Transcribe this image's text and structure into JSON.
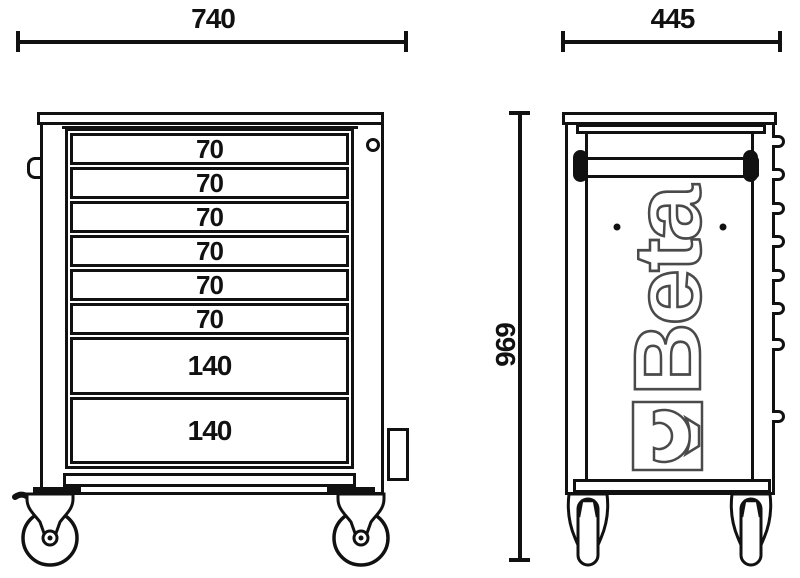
{
  "dimensions": {
    "front_width": "740",
    "side_depth": "445",
    "height": "969"
  },
  "front": {
    "drawers": [
      "70",
      "70",
      "70",
      "70",
      "70",
      "70",
      "140",
      "140"
    ]
  },
  "side": {
    "brand": "Beta",
    "logo_symbol": "open-end-wrench-icon"
  },
  "colors": {
    "line": "#111111",
    "logo_outline": "#4a4a4a",
    "background": "#ffffff"
  }
}
